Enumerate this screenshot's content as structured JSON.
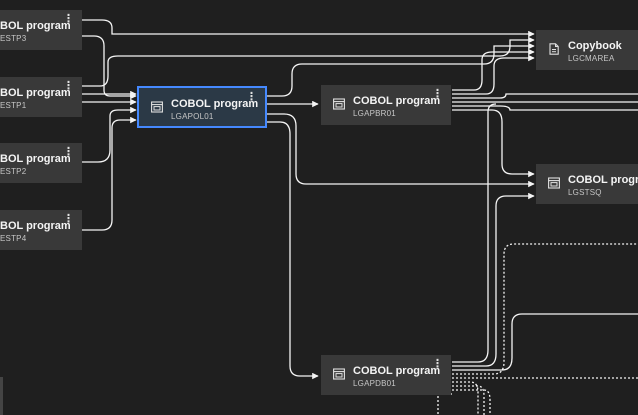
{
  "nodes": {
    "estp3": {
      "title": "BOL program",
      "sub": "ESTP3"
    },
    "estp1": {
      "title": "BOL program",
      "sub": "ESTP1"
    },
    "estp2": {
      "title": "BOL program",
      "sub": "ESTP2"
    },
    "estp4": {
      "title": "BOL program",
      "sub": "ESTP4"
    },
    "lgapol01": {
      "title": "COBOL program",
      "sub": "LGAPOL01"
    },
    "lgapbr01": {
      "title": "COBOL program",
      "sub": "LGAPBR01"
    },
    "lgapdb01": {
      "title": "COBOL program",
      "sub": "LGAPDB01"
    },
    "lgcmarea": {
      "title": "Copybook",
      "sub": "LGCMAREA"
    },
    "lgstsq": {
      "title": "COBOL program",
      "sub": "LGSTSQ"
    }
  },
  "kebab_glyph": "⋮",
  "colors": {
    "background": "#1f1f1f",
    "node": "#393939",
    "selected_border": "#4589ff",
    "edge": "#f4f4f4"
  }
}
